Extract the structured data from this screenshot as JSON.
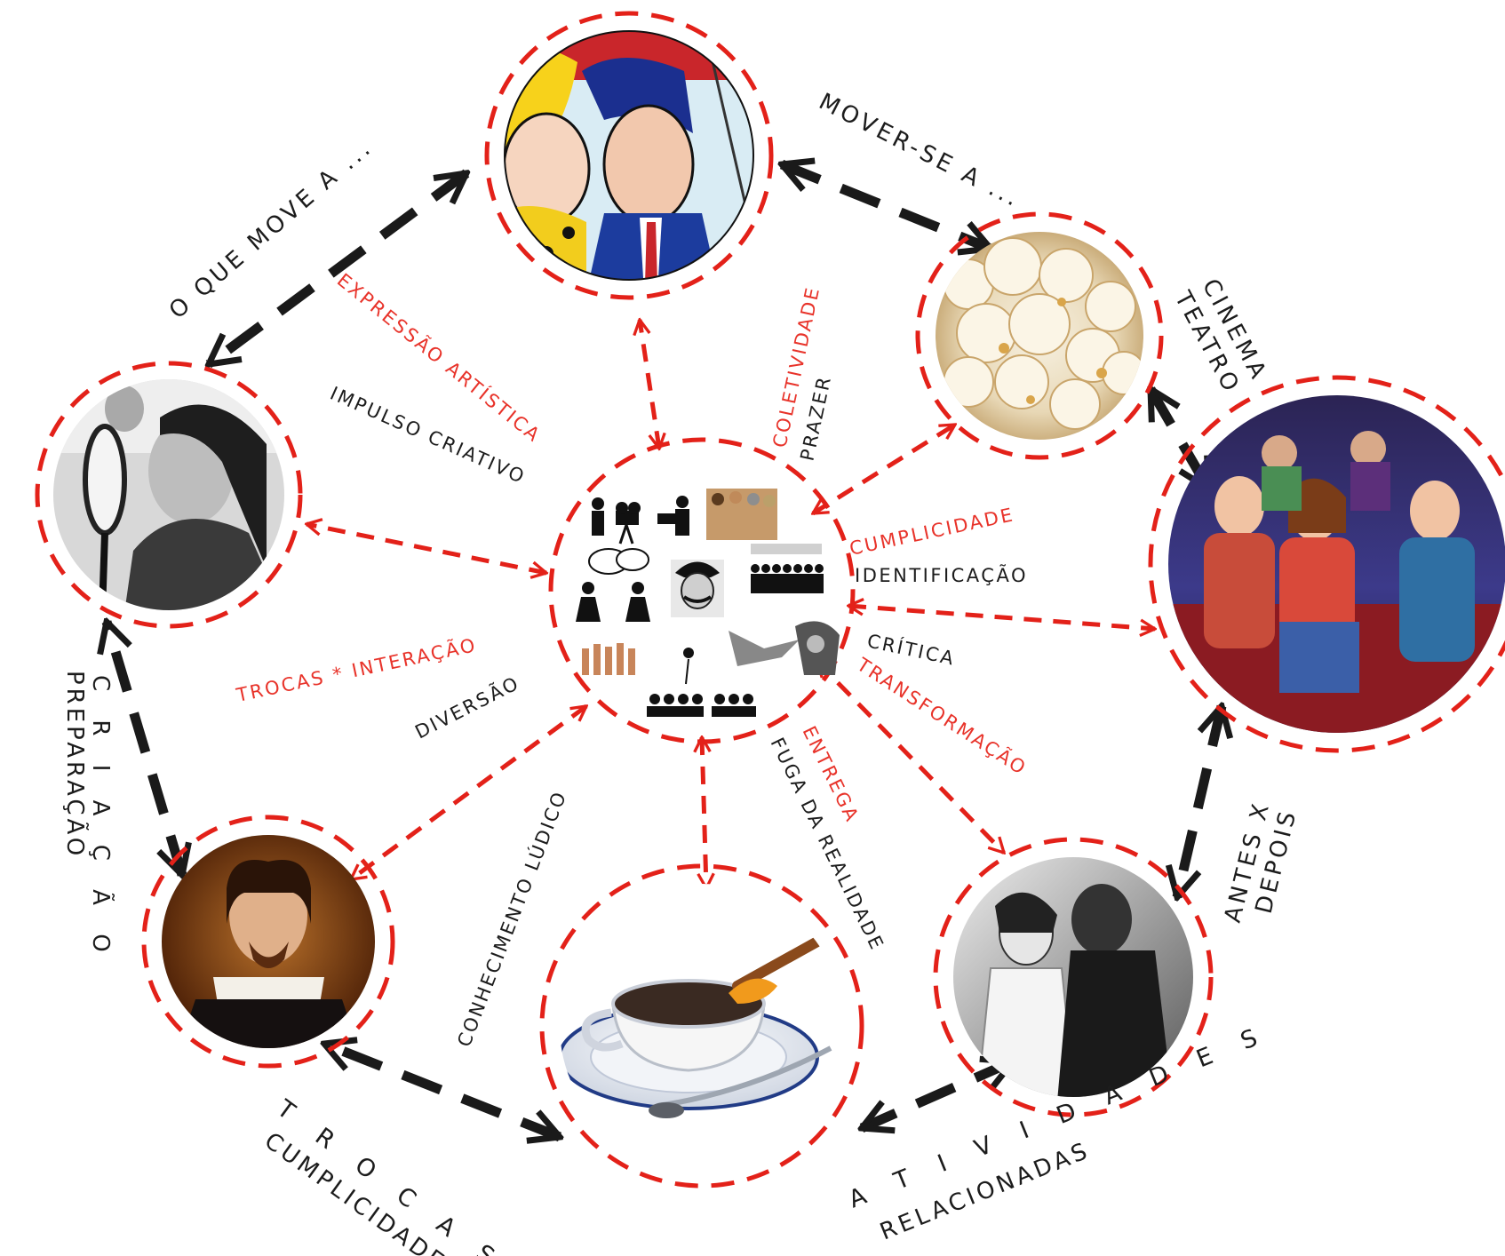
{
  "colors": {
    "red": "#e32119",
    "dark": "#1a1a1a"
  },
  "outer_labels": {
    "o_que_move": "O QUE MOVE A ...",
    "mover_se": "MOVER-SE A ...",
    "cinema": "CINEMA",
    "teatro": "TEATRO",
    "criacao": "C R I A Ç Ã O",
    "preparacao": "PREPARAÇÃO",
    "antes_x": "ANTES X",
    "depois": "DEPOIS",
    "trocas": "T R O C A S",
    "cumplicidade_outer": "CUMPLICIDADE",
    "atividades": "A T I V I D A D E S",
    "relacionadas": "RELACIONADAS"
  },
  "inner_labels": {
    "expressao": "EXPRESSÃO ARTÍSTICA",
    "impulso": "IMPULSO CRIATIVO",
    "coletividade": "COLETIVIDADE",
    "prazer": "PRAZER",
    "cumplicidade": "CUMPLICIDADE",
    "identificacao": "IDENTIFICAÇÃO",
    "critica": "CRÍTICA",
    "transformacao": "TRANSFORMAÇÃO",
    "trocas_interacao": "TROCAS * INTERAÇÃO",
    "diversao": "DIVERSÃO",
    "entrega": "ENTREGA",
    "fuga": "FUGA DA REALIDADE",
    "conhecimento": "CONHECIMENTO LÚDICO"
  },
  "nodes": [
    {
      "id": "pop-art-couple",
      "icon": "pop-art-couple-image"
    },
    {
      "id": "popcorn",
      "icon": "popcorn-image"
    },
    {
      "id": "cinema-audience",
      "icon": "cinema-audience-image"
    },
    {
      "id": "couple-bw",
      "icon": "couple-photo-image"
    },
    {
      "id": "tea-cup",
      "icon": "tea-cup-image"
    },
    {
      "id": "shakespeare",
      "icon": "shakespeare-portrait-image"
    },
    {
      "id": "actress-mirror",
      "icon": "actress-mirror-image"
    },
    {
      "id": "center-collage",
      "icon": "pictogram-collage"
    }
  ]
}
